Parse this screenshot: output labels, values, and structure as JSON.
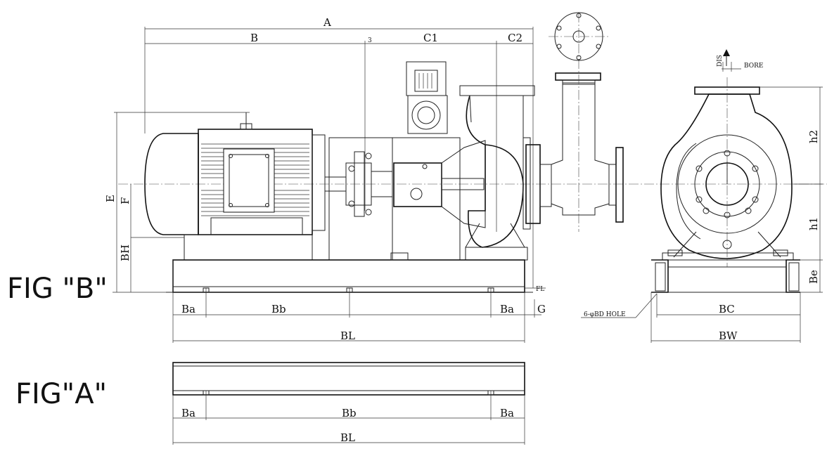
{
  "figure_labels": {
    "fig_b": "FIG \"B\"",
    "fig_a": "FIG\"A\""
  },
  "dims": {
    "A": "A",
    "B": "B",
    "C1": "C1",
    "C2": "C2",
    "three": "3",
    "E": "E",
    "F": "F",
    "BH": "BH",
    "FL": "FL",
    "G": "G",
    "Ba": "Ba",
    "Bb": "Bb",
    "BL": "BL",
    "h1": "h1",
    "h2": "h2",
    "Be": "Be",
    "BC": "BC",
    "BW": "BW",
    "DIS": "DIS",
    "BORE": "BORE",
    "hole": "6-φBD HOLE"
  }
}
